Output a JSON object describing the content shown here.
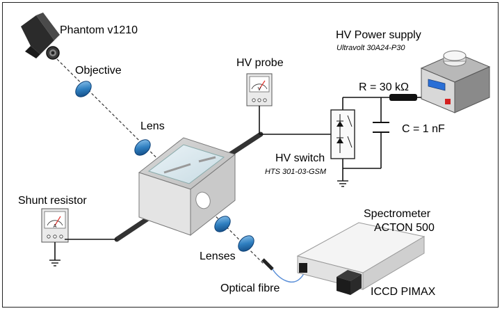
{
  "labels": {
    "camera": "Phantom v1210",
    "objective": "Objective",
    "lens": "Lens",
    "hv_probe": "HV probe",
    "hv_power_supply": "HV Power supply",
    "hv_power_supply_model": "Ultravolt 30A24-P30",
    "resistor": "R = 30 kΩ",
    "capacitor": "C = 1 nF",
    "hv_switch": "HV switch",
    "hv_switch_model": "HTS 301-03-GSM",
    "shunt_resistor": "Shunt resistor",
    "spectrometer": "Spectrometer",
    "spectrometer_model": "ACTON 500",
    "lenses": "Lenses",
    "optical_fibre": "Optical fibre",
    "iccd": "ICCD PIMAX"
  },
  "meter_letters": {
    "hv_probe": "V",
    "shunt_resistor": "A"
  },
  "colors": {
    "lens_blue": "#2f7fc0",
    "meter_needle": "#e0322c",
    "display_blue": "#2a6fd6",
    "led_red": "#d42020",
    "fibre_blue": "#5a8fd8"
  }
}
